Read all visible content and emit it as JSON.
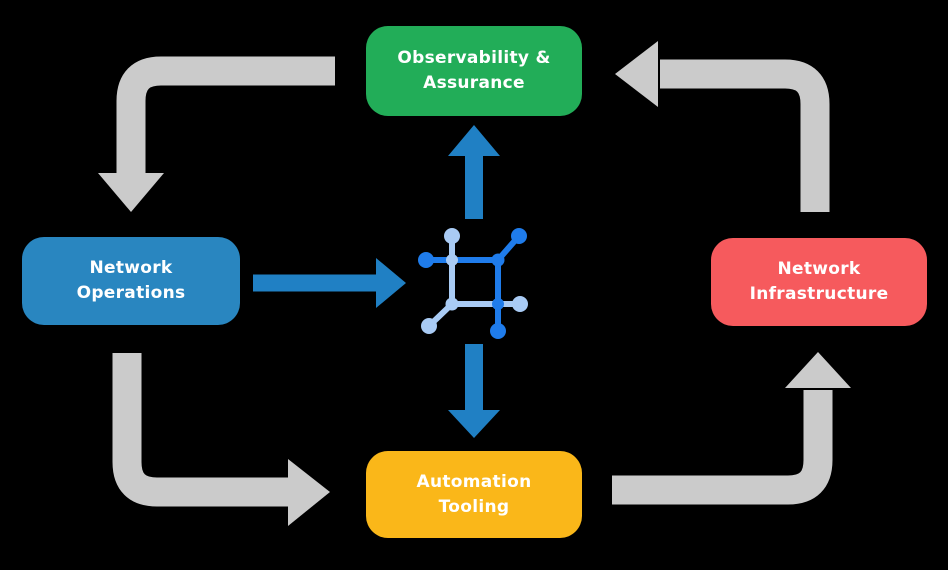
{
  "colors": {
    "background": "#000000",
    "arrow_gray": "#CBCBCB",
    "arrow_blue": "#2080C4",
    "icon_blue_dark": "#1F7CEB",
    "icon_blue_light": "#A9CBF4",
    "node_text": "#FFFFFF",
    "observability_green": "#22AD58",
    "operations_blue": "#2986C0",
    "infrastructure_red": "#F65A5D",
    "tooling_yellow": "#FAB719"
  },
  "nodes": {
    "observability": {
      "label": "Observability &\nAssurance"
    },
    "operations": {
      "label": "Network\nOperations"
    },
    "infrastructure": {
      "label": "Network\nInfrastructure"
    },
    "tooling": {
      "label": "Automation\nTooling"
    }
  },
  "icon": {
    "name": "network-automation-icon"
  }
}
